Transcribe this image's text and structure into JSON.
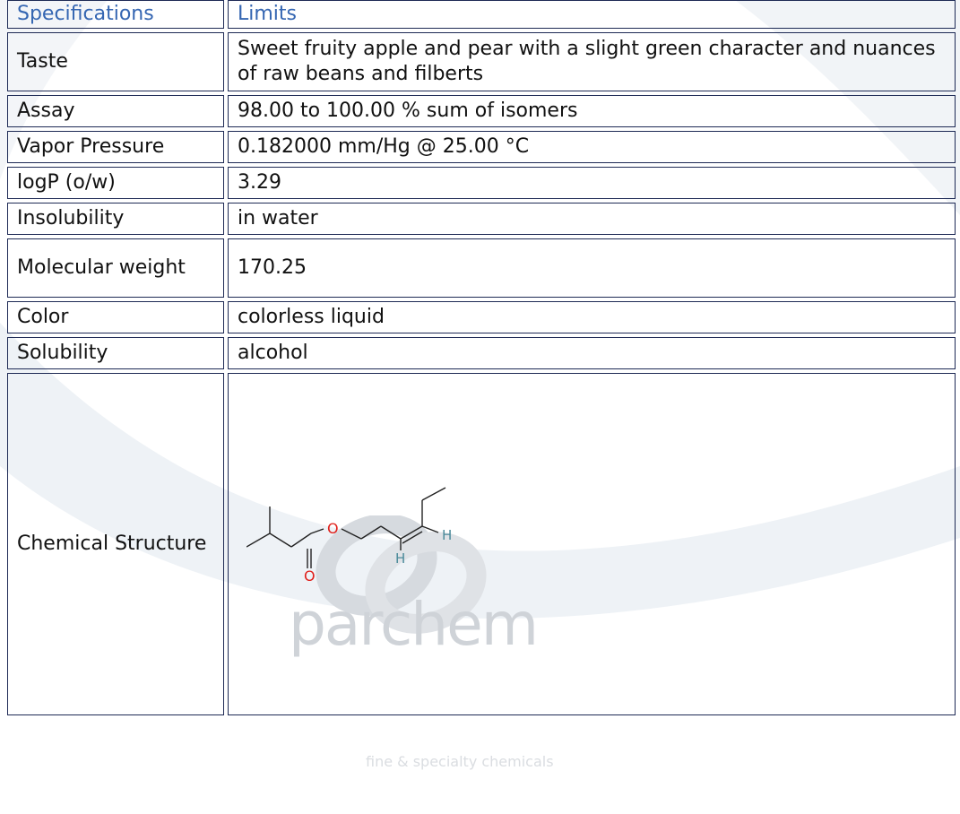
{
  "header": {
    "specifications": "Specifications",
    "limits": "Limits"
  },
  "rows": [
    {
      "label": "Taste",
      "value": "Sweet fruity apple and pear with a slight green character and nuances of raw beans and filberts"
    },
    {
      "label": "Assay",
      "value": "98.00 to 100.00 % sum of isomers"
    },
    {
      "label": "Vapor Pressure",
      "value": "0.182000 mm/Hg @ 25.00 °C"
    },
    {
      "label": "logP (o/w)",
      "value": "3.29"
    },
    {
      "label": "Insolubility",
      "value": "in water"
    },
    {
      "label": "Molecular weight",
      "value": "170.25"
    },
    {
      "label": "Color",
      "value": "colorless liquid"
    },
    {
      "label": "Solubility",
      "value": "alcohol"
    },
    {
      "label": "Chemical Structure",
      "value": ""
    }
  ],
  "structure": {
    "atom_o": "O",
    "atom_h": "H"
  },
  "watermark": {
    "brand": "parchem",
    "tagline": "fine & specialty chemicals"
  },
  "colors": {
    "header_text": "#3566b2",
    "border": "#1e2a55",
    "atom_o": "#e0201b",
    "swoosh": "#edf1f5"
  }
}
